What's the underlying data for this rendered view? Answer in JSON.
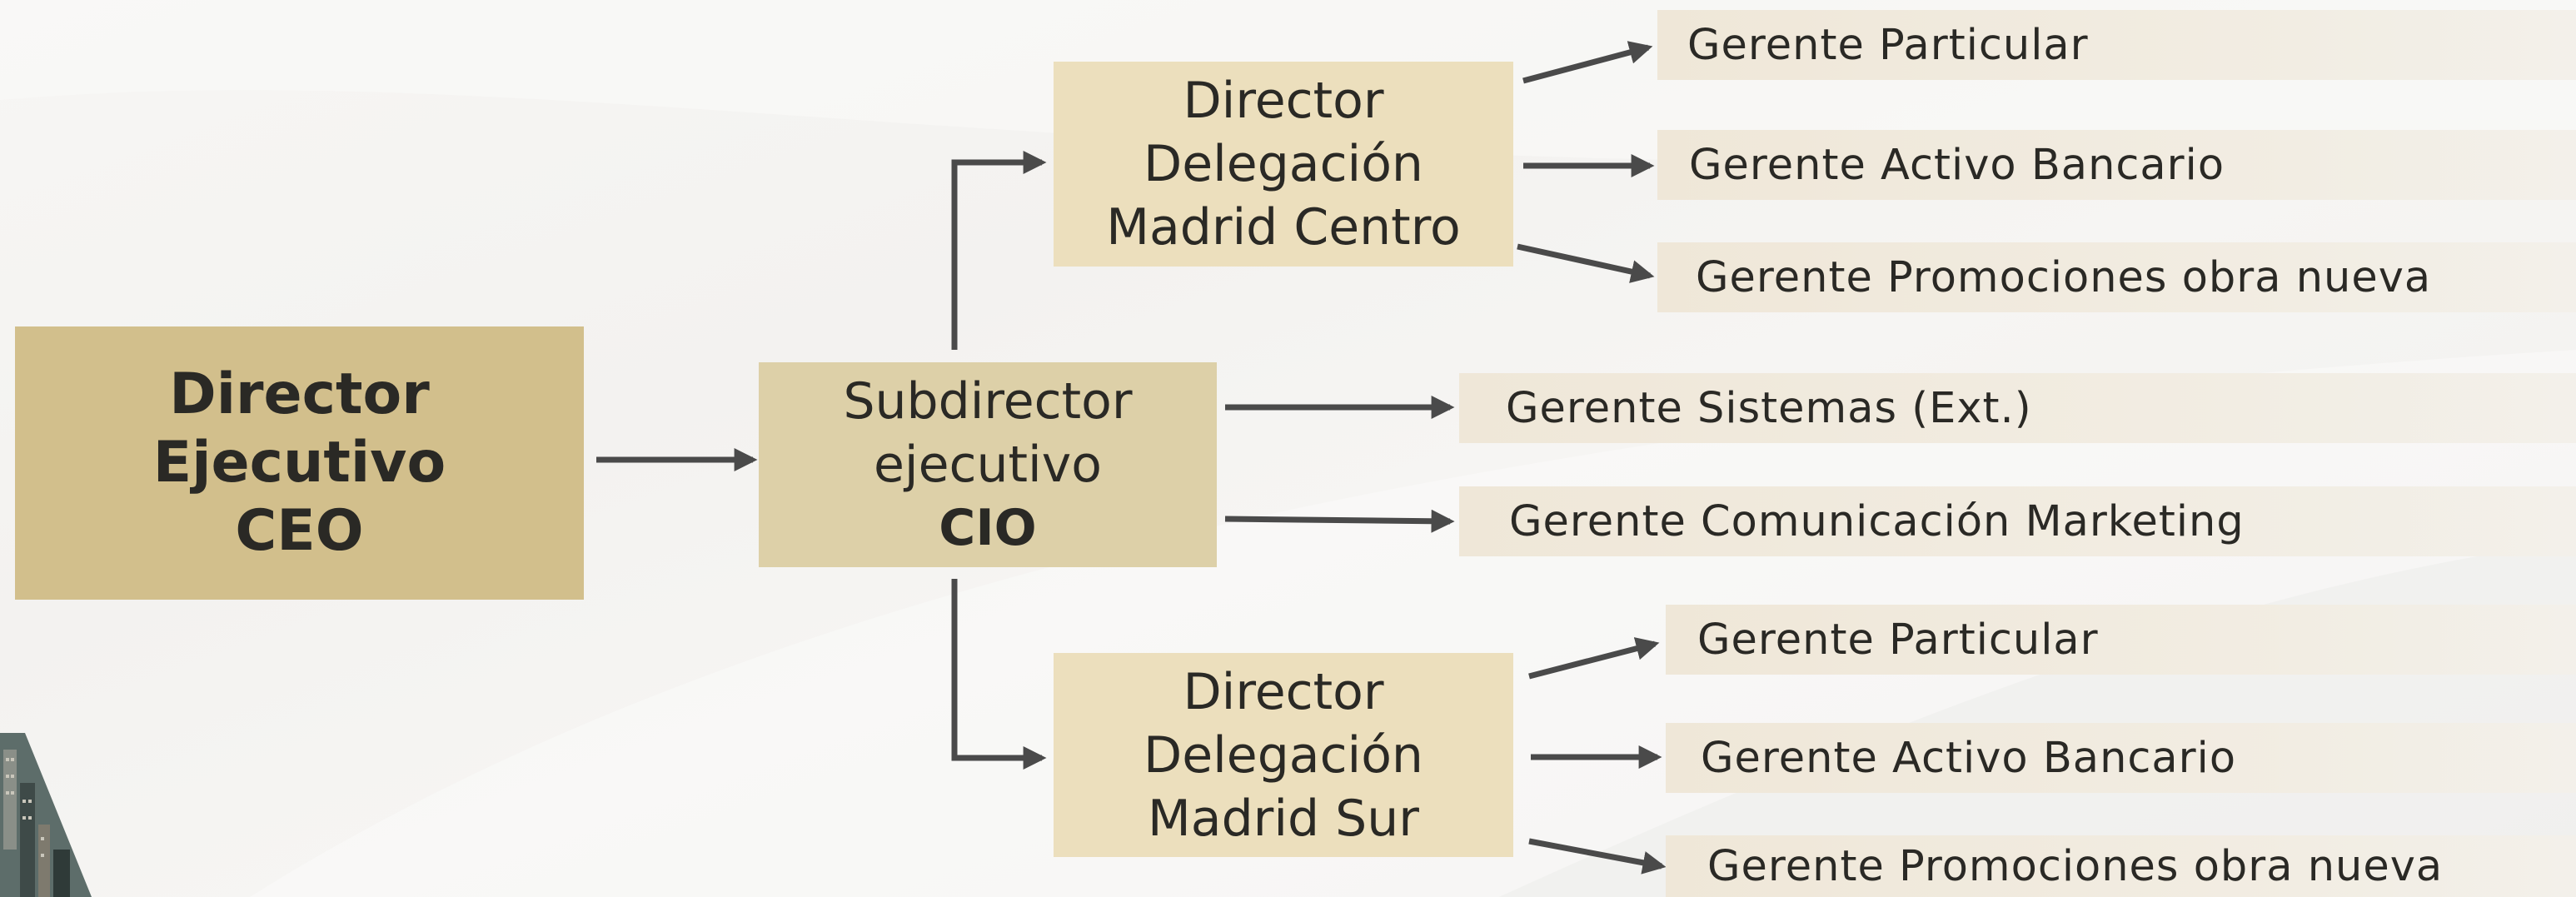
{
  "colors": {
    "ceo_box": "#d2bf8c",
    "cio_box": "#ddd0a8",
    "director_box": "#ecdfbd",
    "manager_box": "#efe7d8",
    "arrow": "#4a4a4a",
    "text": "#2a2925"
  },
  "ceo": {
    "line1": "Director Ejecutivo",
    "line2": "CEO"
  },
  "cio": {
    "line1": "Subdirector",
    "line2": "ejecutivo",
    "line3": "CIO"
  },
  "dir_centro": {
    "label": "Director\nDelegación\nMadrid Centro"
  },
  "dir_sur": {
    "label": "Director\nDelegación\nMadrid Sur"
  },
  "managers_centro": [
    "Gerente Particular",
    "Gerente Activo Bancario",
    "Gerente Promociones obra nueva"
  ],
  "managers_direct": [
    "Gerente Sistemas (Ext.)",
    "Gerente Comunicación Marketing"
  ],
  "managers_sur": [
    "Gerente Particular",
    "Gerente Activo Bancario",
    "Gerente Promociones obra nueva"
  ]
}
